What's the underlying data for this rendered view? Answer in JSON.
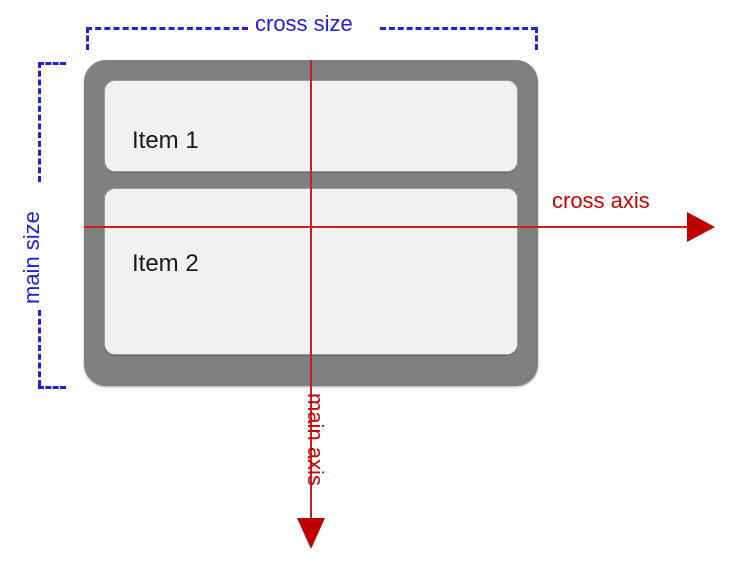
{
  "diagram": {
    "title": "flexbox-main-and-cross-axis-column-direction",
    "background_color": "#ffffff",
    "container": {
      "name": "flex-container",
      "border_color": "#808080",
      "items": [
        {
          "label": "Item 1"
        },
        {
          "label": "Item 2"
        }
      ]
    },
    "axes": {
      "color": "#cc0000",
      "cross": {
        "label": "cross axis",
        "direction": "right"
      },
      "main": {
        "label": "main axis",
        "direction": "down"
      }
    },
    "measures": {
      "color": "#2020e0",
      "cross_size": {
        "label": "cross size",
        "orientation": "horizontal"
      },
      "main_size": {
        "label": "main size",
        "orientation": "vertical"
      }
    }
  }
}
